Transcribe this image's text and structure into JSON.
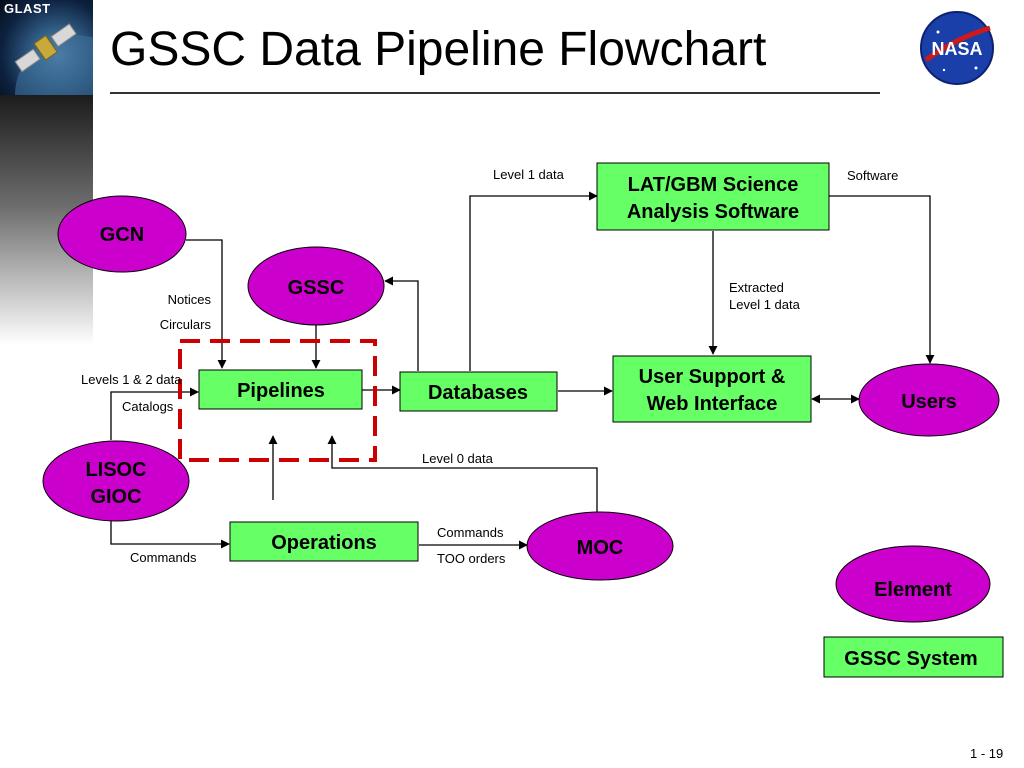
{
  "title": "GSSC Data Pipeline Flowchart",
  "page_number": "1 - 19",
  "logos": {
    "glast_text": "GLAST",
    "nasa_icon": "nasa-meatball-icon"
  },
  "colors": {
    "ellipse_fill": "#cc00cc",
    "box_fill": "#66ff66",
    "dashed_border": "#cc0000",
    "line": "#000000"
  },
  "nodes": {
    "gcn": "GCN",
    "gssc": "GSSC",
    "lisoc": [
      "LISOC",
      "GIOC"
    ],
    "pipelines": "Pipelines",
    "databases": "Databases",
    "operations": "Operations",
    "moc": "MOC",
    "lat_gbm": [
      "LAT/GBM Science",
      "Analysis Software"
    ],
    "user_support": [
      "User Support &",
      "Web Interface"
    ],
    "users": "Users"
  },
  "legend": {
    "element": "Element",
    "gssc_system": "GSSC System"
  },
  "edges": {
    "level1": "Level 1 data",
    "software": "Software",
    "extracted": [
      "Extracted",
      "Level 1 data"
    ],
    "notices": "Notices",
    "circulars": "Circulars",
    "levels12": "Levels 1 & 2 data",
    "catalogs": "Catalogs",
    "level0": "Level 0 data",
    "commands_moc": "Commands",
    "too_orders": "TOO orders",
    "commands_ops": "Commands"
  }
}
